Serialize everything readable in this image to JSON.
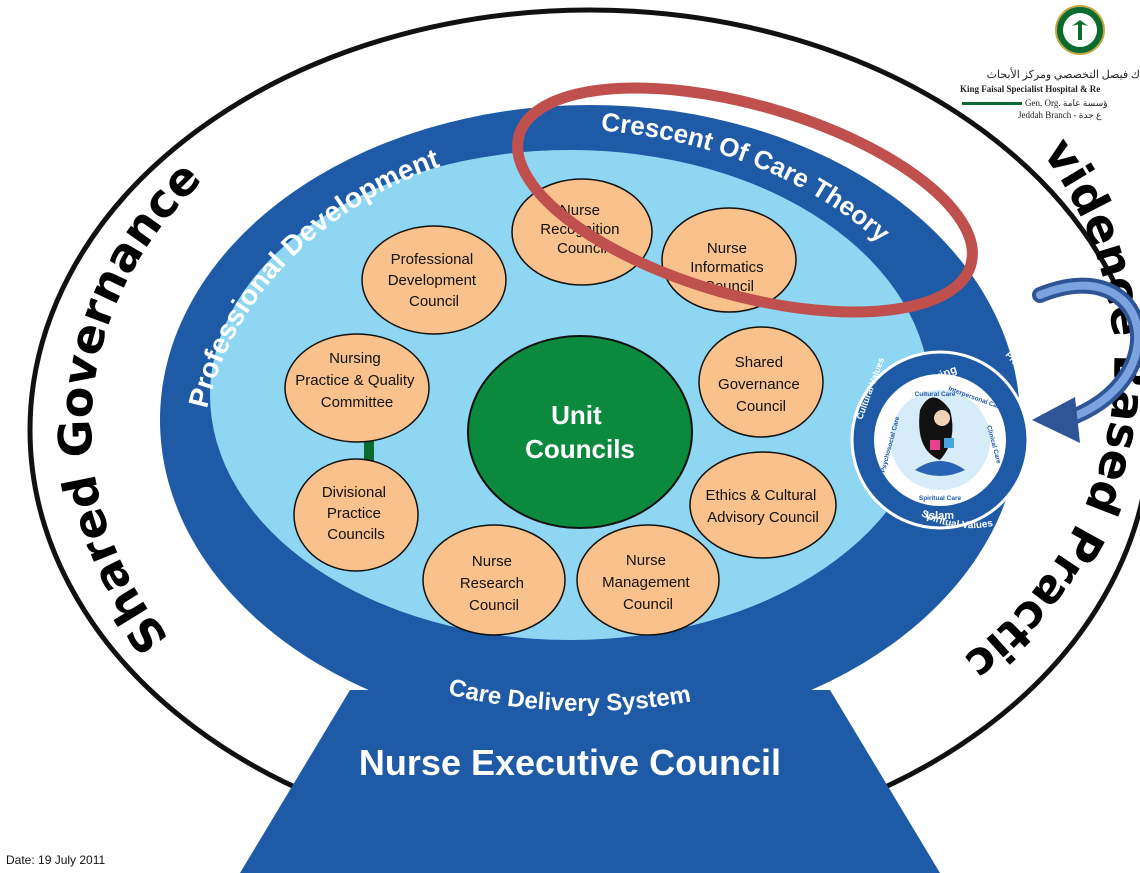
{
  "outer_ring": {
    "left_label": "Shared Governance",
    "right_label": "Evidence Based Practice"
  },
  "blue_ring": {
    "top_left_label": "Professional Development",
    "top_right_label": "Crescent Of Care Theory",
    "bottom_label": "Care Delivery System"
  },
  "center": {
    "line1": "Unit",
    "line2": "Councils"
  },
  "councils": [
    {
      "lines": [
        "Nurse",
        "Recognition",
        "Council"
      ]
    },
    {
      "lines": [
        "Nurse",
        "Informatics",
        "Council"
      ]
    },
    {
      "lines": [
        "Professional",
        "Development",
        "Council"
      ]
    },
    {
      "lines": [
        "Nursing",
        "Practice & Quality",
        "Committee"
      ]
    },
    {
      "lines": [
        "Shared",
        "Governance",
        "Council"
      ]
    },
    {
      "lines": [
        "Divisional",
        "Practice",
        "Councils"
      ]
    },
    {
      "lines": [
        "Ethics & Cultural",
        "Advisory Council"
      ]
    },
    {
      "lines": [
        "Nurse",
        "Research",
        "Council"
      ]
    },
    {
      "lines": [
        "Nurse",
        "Management",
        "Council"
      ]
    }
  ],
  "executive": {
    "label": "Nurse Executive Council"
  },
  "crescent_badge": {
    "outer_top": "Caring",
    "outer_left": "Cultural Values",
    "outer_right": "Professional Values",
    "outer_bottom": "Spiritual Values",
    "inner_top_left": "Cultural Care",
    "inner_top_right": "Interpersonal Care",
    "inner_left": "Psychosocial Care",
    "inner_right": "Clinical Care",
    "inner_bottom": "Spiritual Care",
    "center_label": "Islam"
  },
  "logo": {
    "arabic_line1": "ك فيصل التخصصي ومركز الأبحاث",
    "english_line": "King Faisal Specialist Hospital & Re",
    "org_line": "Gen. Org.  ؤسسة عامة",
    "branch_line": "Jeddah Branch  -  ع جدة"
  },
  "footer": {
    "date": "Date: 19 July 2011"
  },
  "colors": {
    "dark_blue": "#1f5aa6",
    "light_blue": "#8fd6f2",
    "council_fill": "#f9c28c",
    "center_green": "#0b8a3e",
    "highlight_red": "#c0504d",
    "arrow_blue": "#2f5597"
  }
}
